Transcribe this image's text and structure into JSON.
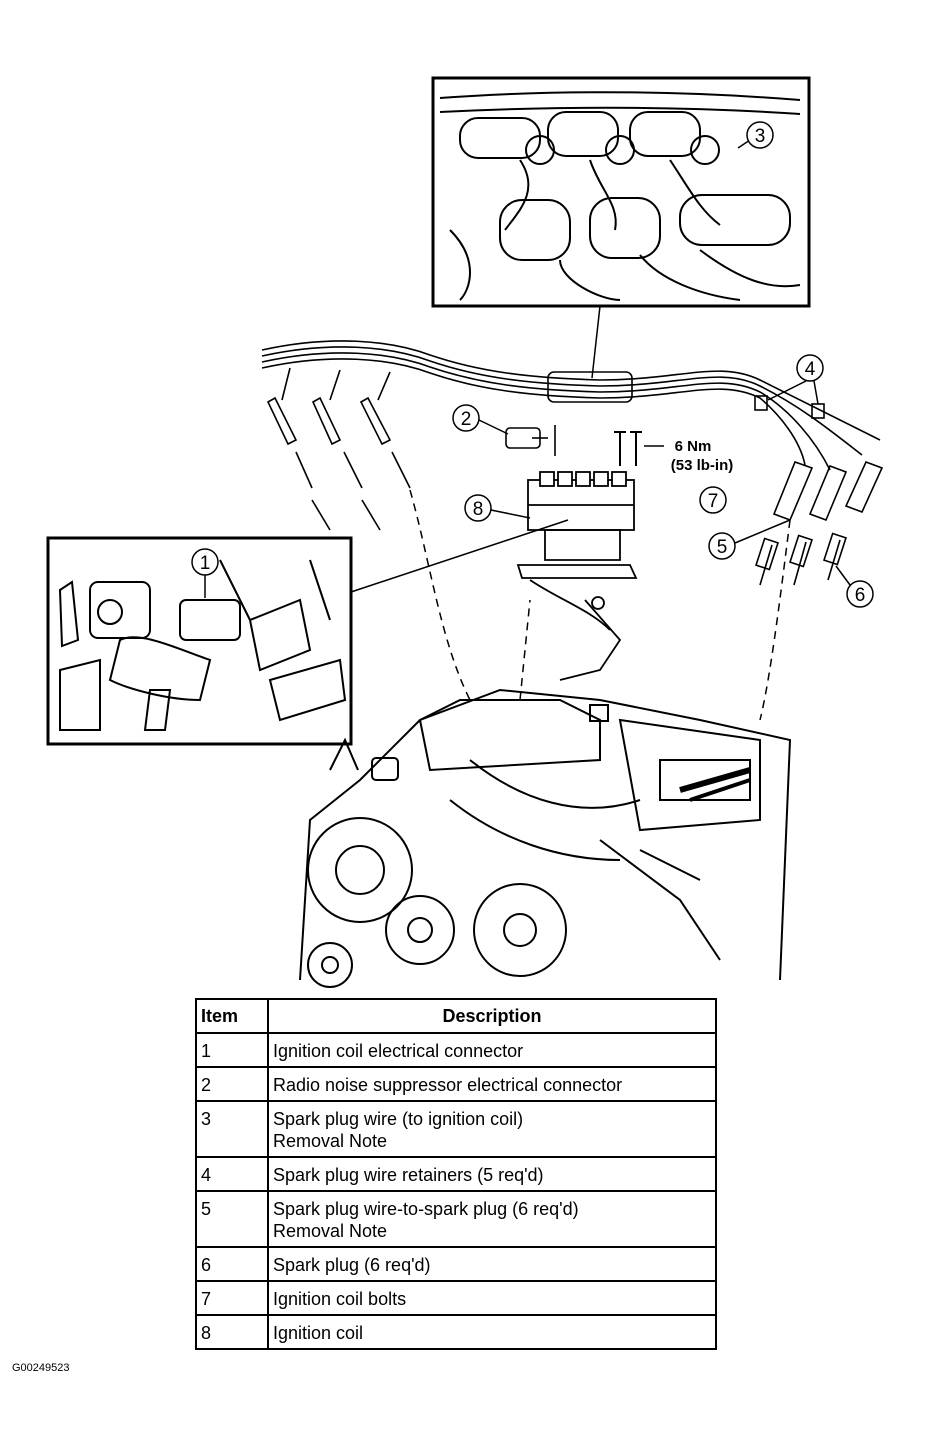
{
  "diagram": {
    "callouts": [
      "1",
      "2",
      "3",
      "4",
      "5",
      "6",
      "7",
      "8"
    ],
    "torque_spec": {
      "metric": "6 Nm",
      "imperial": "(53 lb-in)"
    }
  },
  "parts_table": {
    "headers": {
      "item": "Item",
      "description": "Description"
    },
    "rows": [
      {
        "item": "1",
        "lines": [
          "Ignition coil electrical connector"
        ]
      },
      {
        "item": "2",
        "lines": [
          "Radio noise suppressor electrical connector"
        ]
      },
      {
        "item": "3",
        "lines": [
          "Spark plug wire (to ignition coil)",
          "Removal Note"
        ]
      },
      {
        "item": "4",
        "lines": [
          "Spark plug wire retainers (5 req'd)"
        ]
      },
      {
        "item": "5",
        "lines": [
          "Spark plug wire-to-spark plug (6 req'd)",
          "Removal Note"
        ]
      },
      {
        "item": "6",
        "lines": [
          "Spark plug (6 req'd)"
        ]
      },
      {
        "item": "7",
        "lines": [
          "Ignition coil bolts"
        ]
      },
      {
        "item": "8",
        "lines": [
          "Ignition coil"
        ]
      }
    ]
  },
  "figure_id": "G00249523"
}
